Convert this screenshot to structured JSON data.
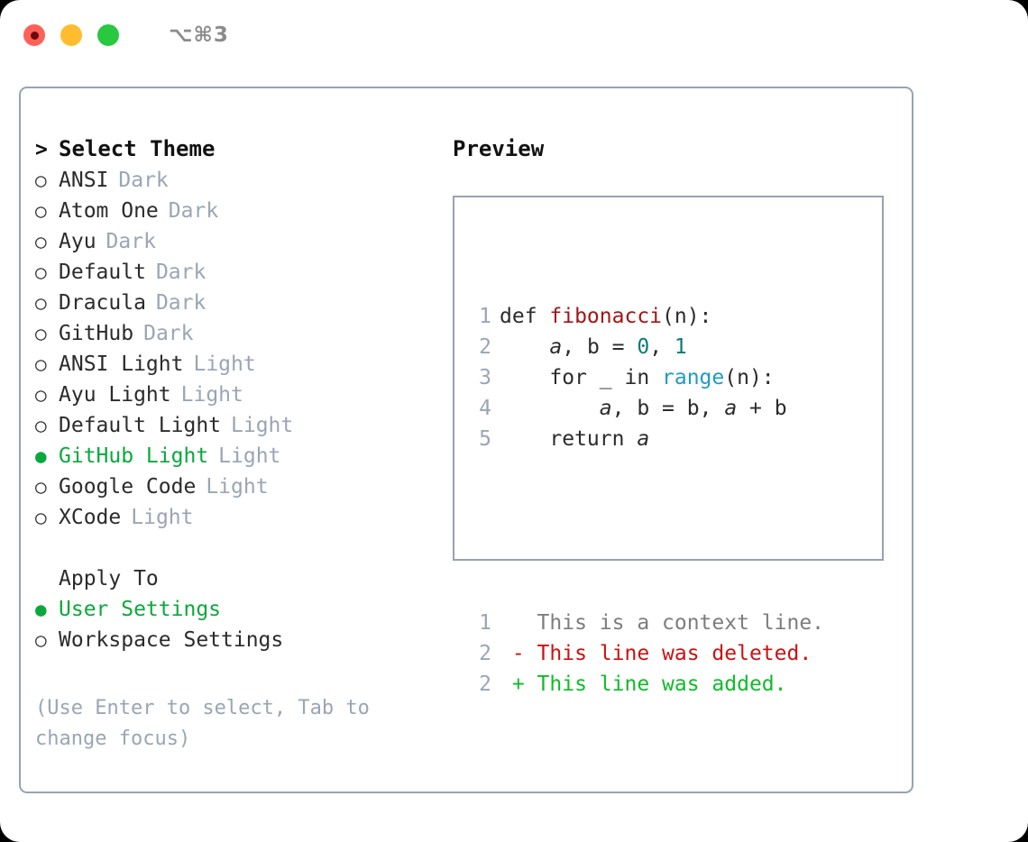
{
  "window": {
    "shortcut": "⌥⌘3",
    "traffic_lights": [
      {
        "name": "close",
        "color": "#ff6058"
      },
      {
        "name": "minimize",
        "color": "#ffbd2e"
      },
      {
        "name": "zoom",
        "color": "#28c840"
      }
    ]
  },
  "colors": {
    "selected_green": "#0aa83c",
    "muted_gray": "#9aa5b5",
    "border": "#96a3b3",
    "diff_delete": "#cc1111",
    "diff_add": "#10bb2a",
    "fn_red": "#a31515",
    "num_teal": "#0b7a75",
    "builtin_blue": "#1b9cc4"
  },
  "theme_list": {
    "header_marker": ">",
    "header": "Select Theme",
    "marker_unselected": "○",
    "marker_selected": "●",
    "items": [
      {
        "name": "ANSI",
        "variant": "Dark",
        "selected": false
      },
      {
        "name": "Atom One",
        "variant": "Dark",
        "selected": false
      },
      {
        "name": "Ayu",
        "variant": "Dark",
        "selected": false
      },
      {
        "name": "Default",
        "variant": "Dark",
        "selected": false
      },
      {
        "name": "Dracula",
        "variant": "Dark",
        "selected": false
      },
      {
        "name": "GitHub",
        "variant": "Dark",
        "selected": false
      },
      {
        "name": "ANSI Light",
        "variant": "Light",
        "selected": false
      },
      {
        "name": "Ayu Light",
        "variant": "Light",
        "selected": false
      },
      {
        "name": "Default Light",
        "variant": "Light",
        "selected": false
      },
      {
        "name": "GitHub Light",
        "variant": "Light",
        "selected": true
      },
      {
        "name": "Google Code",
        "variant": "Light",
        "selected": false
      },
      {
        "name": "XCode",
        "variant": "Light",
        "selected": false
      }
    ]
  },
  "apply_to": {
    "header": "Apply To",
    "options": [
      {
        "label": "User Settings",
        "selected": true
      },
      {
        "label": "Workspace Settings",
        "selected": false
      }
    ]
  },
  "help_text": "(Use Enter to select, Tab to change focus)",
  "preview": {
    "title": "Preview",
    "code_lines": [
      {
        "num": "1",
        "tokens": [
          {
            "t": "def ",
            "c": "kw"
          },
          {
            "t": "fibonacci",
            "c": "fn"
          },
          {
            "t": "(n):",
            "c": "plain"
          }
        ]
      },
      {
        "num": "2",
        "tokens": [
          {
            "t": "    ",
            "c": "plain"
          },
          {
            "t": "a",
            "c": "var"
          },
          {
            "t": ", ",
            "c": "plain"
          },
          {
            "t": "b",
            "c": "plain"
          },
          {
            "t": " = ",
            "c": "plain"
          },
          {
            "t": "0",
            "c": "num"
          },
          {
            "t": ", ",
            "c": "plain"
          },
          {
            "t": "1",
            "c": "num"
          }
        ]
      },
      {
        "num": "3",
        "tokens": [
          {
            "t": "    for _ in ",
            "c": "kw"
          },
          {
            "t": "range",
            "c": "bi"
          },
          {
            "t": "(n):",
            "c": "plain"
          }
        ]
      },
      {
        "num": "4",
        "tokens": [
          {
            "t": "        ",
            "c": "plain"
          },
          {
            "t": "a",
            "c": "var"
          },
          {
            "t": ", ",
            "c": "plain"
          },
          {
            "t": "b",
            "c": "plain"
          },
          {
            "t": " = ",
            "c": "plain"
          },
          {
            "t": "b",
            "c": "plain"
          },
          {
            "t": ", ",
            "c": "plain"
          },
          {
            "t": "a",
            "c": "var"
          },
          {
            "t": " + ",
            "c": "plain"
          },
          {
            "t": "b",
            "c": "plain"
          }
        ]
      },
      {
        "num": "5",
        "tokens": [
          {
            "t": "    return ",
            "c": "kw"
          },
          {
            "t": "a",
            "c": "var"
          }
        ]
      }
    ],
    "diff_lines": [
      {
        "num": "1",
        "sign": " ",
        "text": "This is a context line.",
        "kind": "ctx"
      },
      {
        "num": "2",
        "sign": "-",
        "text": "This line was deleted.",
        "kind": "del"
      },
      {
        "num": "2",
        "sign": "+",
        "text": "This line was added.",
        "kind": "add"
      }
    ]
  }
}
